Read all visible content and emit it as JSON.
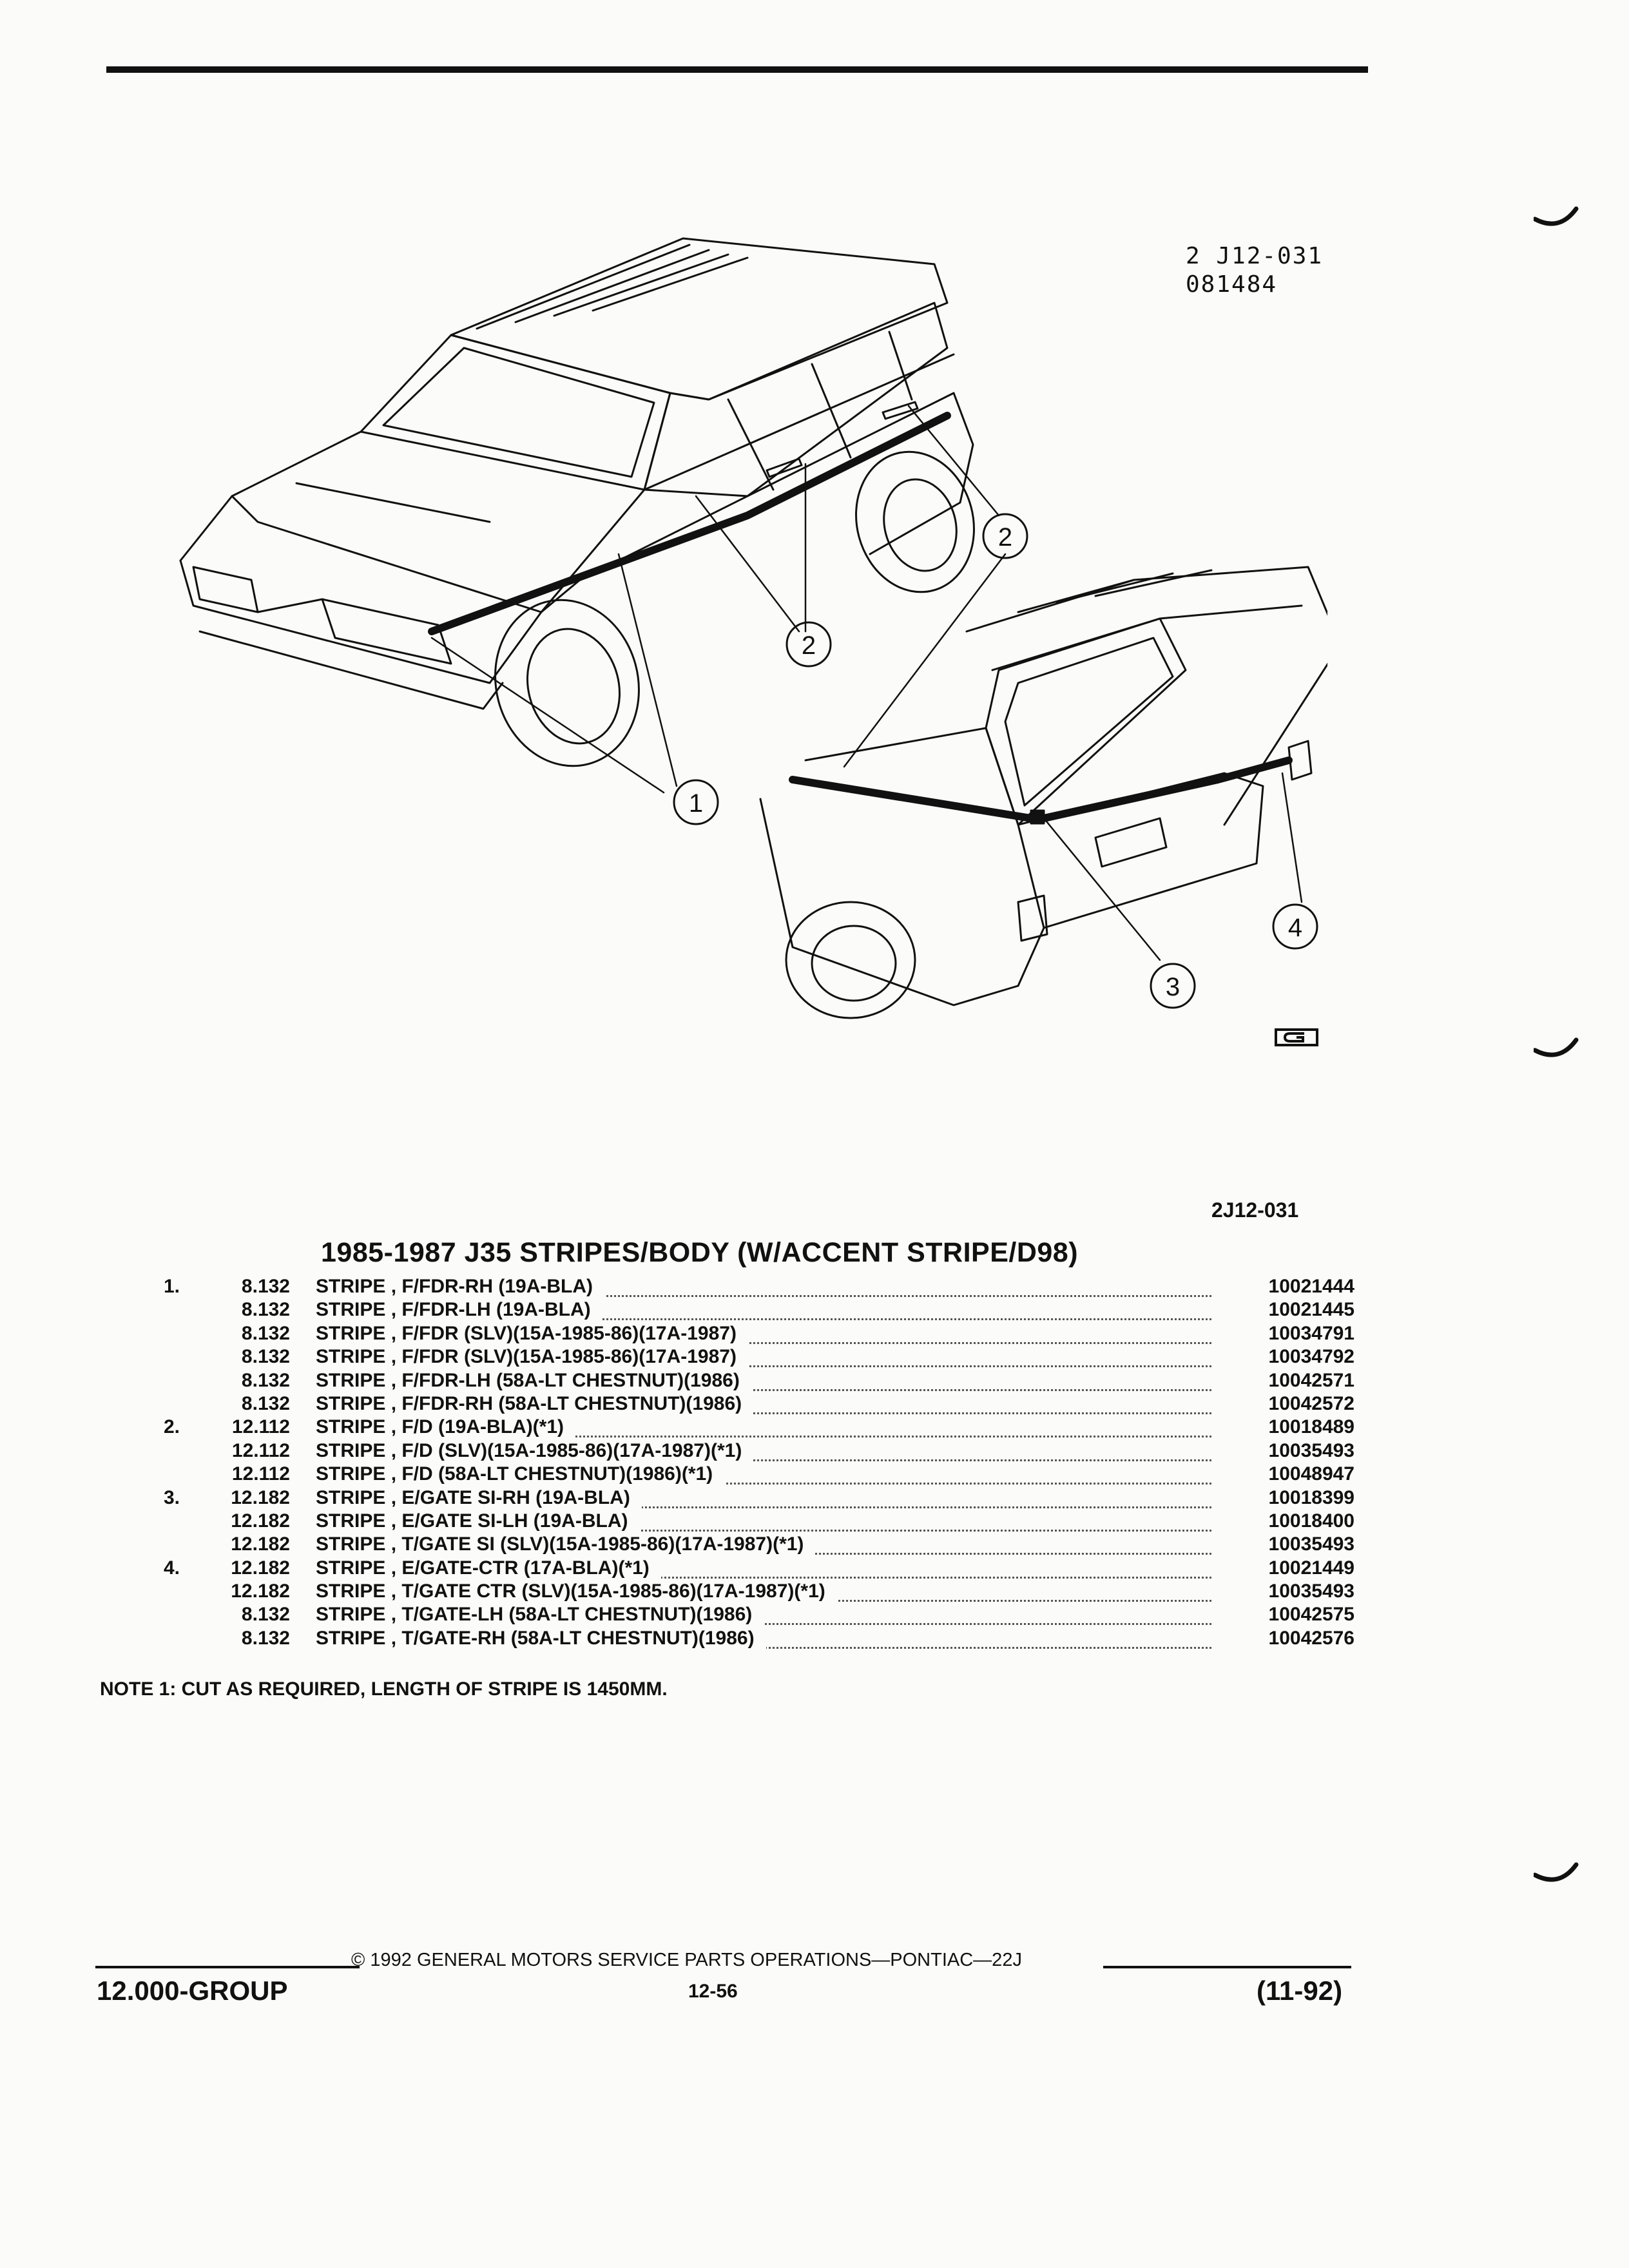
{
  "header": {
    "drawing_id_line1": "2 J12-031",
    "drawing_id_line2": "081484",
    "ref_code": "2J12-031"
  },
  "illustration": {
    "callouts": [
      "1",
      "2",
      "2",
      "3",
      "4"
    ]
  },
  "section_title": "1985-1987 J35 STRIPES/BODY (W/ACCENT STRIPE/D98)",
  "parts": [
    {
      "item": "1.",
      "level": "8.132",
      "desc": "STRIPE , F/FDR-RH (19A-BLA)",
      "pn": "10021444"
    },
    {
      "item": "",
      "level": "8.132",
      "desc": "STRIPE , F/FDR-LH (19A-BLA)",
      "pn": "10021445"
    },
    {
      "item": "",
      "level": "8.132",
      "desc": "STRIPE , F/FDR (SLV)(15A-1985-86)(17A-1987)",
      "pn": "10034791"
    },
    {
      "item": "",
      "level": "8.132",
      "desc": "STRIPE , F/FDR (SLV)(15A-1985-86)(17A-1987)",
      "pn": "10034792"
    },
    {
      "item": "",
      "level": "8.132",
      "desc": "STRIPE , F/FDR-LH (58A-LT CHESTNUT)(1986)",
      "pn": "10042571"
    },
    {
      "item": "",
      "level": "8.132",
      "desc": "STRIPE , F/FDR-RH (58A-LT CHESTNUT)(1986)",
      "pn": "10042572"
    },
    {
      "item": "2.",
      "level": "12.112",
      "desc": "STRIPE , F/D (19A-BLA)(*1)",
      "pn": "10018489"
    },
    {
      "item": "",
      "level": "12.112",
      "desc": "STRIPE , F/D (SLV)(15A-1985-86)(17A-1987)(*1)",
      "pn": "10035493"
    },
    {
      "item": "",
      "level": "12.112",
      "desc": "STRIPE , F/D (58A-LT CHESTNUT)(1986)(*1)",
      "pn": "10048947"
    },
    {
      "item": "3.",
      "level": "12.182",
      "desc": "STRIPE , E/GATE SI-RH (19A-BLA)",
      "pn": "10018399"
    },
    {
      "item": "",
      "level": "12.182",
      "desc": "STRIPE , E/GATE SI-LH (19A-BLA)",
      "pn": "10018400"
    },
    {
      "item": "",
      "level": "12.182",
      "desc": "STRIPE , T/GATE SI (SLV)(15A-1985-86)(17A-1987)(*1)",
      "pn": "10035493"
    },
    {
      "item": "4.",
      "level": "12.182",
      "desc": "STRIPE , E/GATE-CTR (17A-BLA)(*1)",
      "pn": "10021449"
    },
    {
      "item": "",
      "level": "12.182",
      "desc": "STRIPE , T/GATE CTR (SLV)(15A-1985-86)(17A-1987)(*1)",
      "pn": "10035493"
    },
    {
      "item": "",
      "level": "8.132",
      "desc": "STRIPE , T/GATE-LH (58A-LT CHESTNUT)(1986)",
      "pn": "10042575"
    },
    {
      "item": "",
      "level": "8.132",
      "desc": "STRIPE , T/GATE-RH (58A-LT CHESTNUT)(1986)",
      "pn": "10042576"
    }
  ],
  "note": "NOTE  1:  CUT AS REQUIRED, LENGTH OF STRIPE IS 1450MM.",
  "footer": {
    "copyright": "©  1992  GENERAL MOTORS SERVICE PARTS OPERATIONS—PONTIAC—22J",
    "group": "12.000-GROUP",
    "page": "12-56",
    "revision": "(11-92)"
  }
}
